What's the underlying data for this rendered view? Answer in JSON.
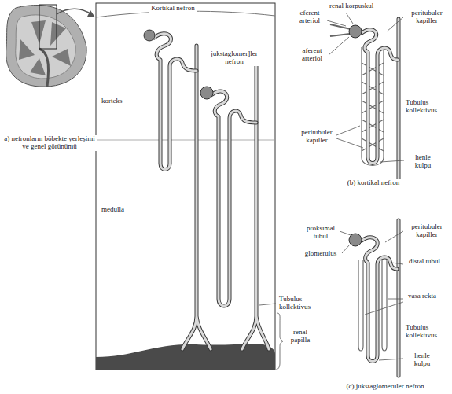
{
  "diagram": {
    "labels": [
      "a) nefronların böbekte yerleşimi ve genel görünümü",
      "Kortikal nefron",
      "jukstaglomer]ler nefron",
      "korteks",
      "medulla",
      "Tubulus kollektivus",
      "renal papilla",
      "eferent arteriol",
      "renal korpuskul",
      "peritubuler kapiller",
      "aferent arteriol",
      "Tubulus kollektivus",
      "peritubuler kapiller",
      "henle kulpu",
      "(b) kortikal nefron",
      "proksimal tubul",
      "peritubuler kapiller",
      "glomerulus",
      "distal tubul",
      "vasa rekta",
      "Tubulus kollektivus",
      "henle kulpu",
      "(c) jukstaglomeruler nefron"
    ]
  }
}
